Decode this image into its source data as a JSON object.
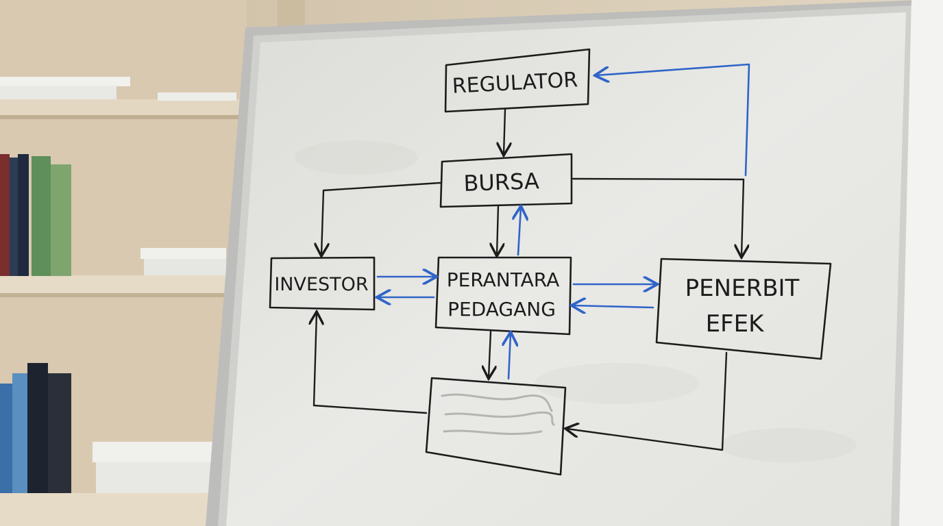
{
  "scene": {
    "description_type": "photo",
    "colors": {
      "shelf_wall": "#d6c7ae",
      "board_surface": "#e6e6e2",
      "ink_black": "#1c1c1c",
      "ink_blue": "#2f64c8",
      "frame": "#c9c9c9"
    }
  },
  "diagram": {
    "nodes": {
      "regulator": "REGULATOR",
      "bursa": "BURSA",
      "investor": "INVESTOR",
      "perantara_line1": "PERANTARA",
      "perantara_line2": "PEDAGANG",
      "penerbit_line1": "PENERBIT",
      "penerbit_line2": "EFEK",
      "bottom_box": ""
    }
  }
}
